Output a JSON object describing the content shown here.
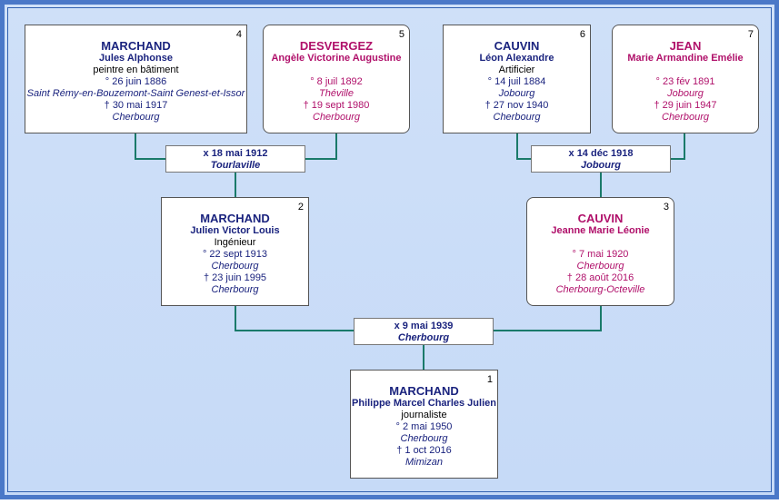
{
  "persons": {
    "p1": {
      "number": "1",
      "surname": "MARCHAND",
      "given": "Philippe Marcel Charles Julien",
      "occupation": "journaliste",
      "birth_date": "° 2 mai 1950",
      "birth_place": "Cherbourg",
      "death_date": "† 1 oct 2016",
      "death_place": "Mimizan"
    },
    "p2": {
      "number": "2",
      "surname": "MARCHAND",
      "given": "Julien Victor Louis",
      "occupation": "Ingénieur",
      "birth_date": "° 22 sept 1913",
      "birth_place": "Cherbourg",
      "death_date": "† 23 juin 1995",
      "death_place": "Cherbourg"
    },
    "p3": {
      "number": "3",
      "surname": "CAUVIN",
      "given": "Jeanne Marie Léonie",
      "birth_date": "° 7 mai 1920",
      "birth_place": "Cherbourg",
      "death_date": "† 28 août 2016",
      "death_place": "Cherbourg-Octeville"
    },
    "p4": {
      "number": "4",
      "surname": "MARCHAND",
      "given": "Jules Alphonse",
      "occupation": "peintre en bâtiment",
      "birth_date": "° 26 juin 1886",
      "birth_place": "Saint Rémy-en-Bouzemont-Saint Genest-et-Issor",
      "death_date": "† 30 mai 1917",
      "death_place": "Cherbourg"
    },
    "p5": {
      "number": "5",
      "surname": "DESVERGEZ",
      "given": "Angèle Victorine Augustine",
      "birth_date": "° 8 juil 1892",
      "birth_place": "Théville",
      "death_date": "† 19 sept 1980",
      "death_place": "Cherbourg"
    },
    "p6": {
      "number": "6",
      "surname": "CAUVIN",
      "given": "Léon Alexandre",
      "occupation": "Artificier",
      "birth_date": "° 14 juil 1884",
      "birth_place": "Jobourg",
      "death_date": "† 27 nov 1940",
      "death_place": "Cherbourg"
    },
    "p7": {
      "number": "7",
      "surname": "JEAN",
      "given": "Marie Armandine Emélie",
      "birth_date": "° 23 fév 1891",
      "birth_place": "Jobourg",
      "death_date": "† 29 juin 1947",
      "death_place": "Cherbourg"
    }
  },
  "marriages": {
    "m45": {
      "date": "x 18 mai 1912",
      "place": "Tourlaville"
    },
    "m67": {
      "date": "x 14 déc 1918",
      "place": "Jobourg"
    },
    "m23": {
      "date": "x 9 mai 1939",
      "place": "Cherbourg"
    }
  },
  "colors": {
    "male": "#1a237e",
    "female": "#b0106a",
    "connector": "#1a7a6a",
    "frame": "#4a78c8",
    "background": "#c9dcf7"
  }
}
